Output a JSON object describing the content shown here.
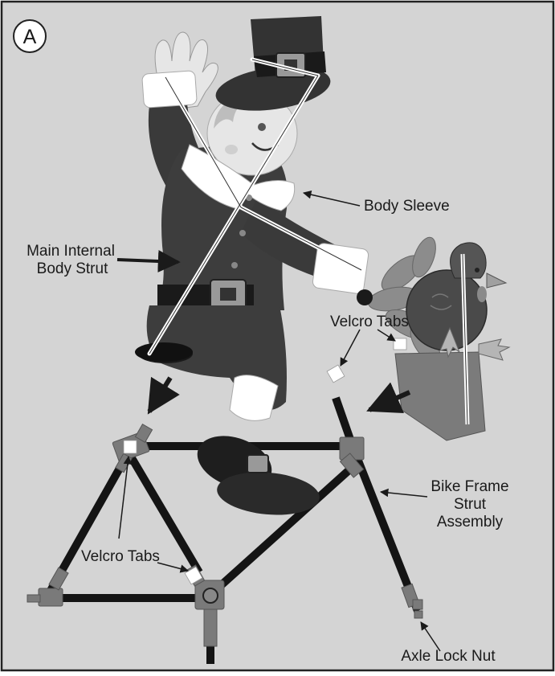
{
  "panel": {
    "badge": "A",
    "background": "#d4d4d4",
    "border": "#222222"
  },
  "labels": {
    "body_sleeve": "Body Sleeve",
    "main_strut_line1": "Main Internal",
    "main_strut_line2": "Body Strut",
    "velcro_tabs_top": "Velcro Tabs",
    "velcro_tabs_bottom": "Velcro Tabs",
    "bike_frame_line1": "Bike Frame",
    "bike_frame_line2": "Strut",
    "bike_frame_line3": "Assembly",
    "axle_lock_nut": "Axle Lock Nut"
  },
  "colors": {
    "tube": "#141414",
    "joint": "#7a7a7a",
    "velcro": "#ffffff",
    "coat": "#3d3d3d",
    "hat": "#333333",
    "skin": "#e8e8e8",
    "white_trim": "#ffffff",
    "shoe": "#1e1e1e",
    "turkey_body": "#4a4a4a",
    "turkey_feather": "#8c8c8c"
  }
}
